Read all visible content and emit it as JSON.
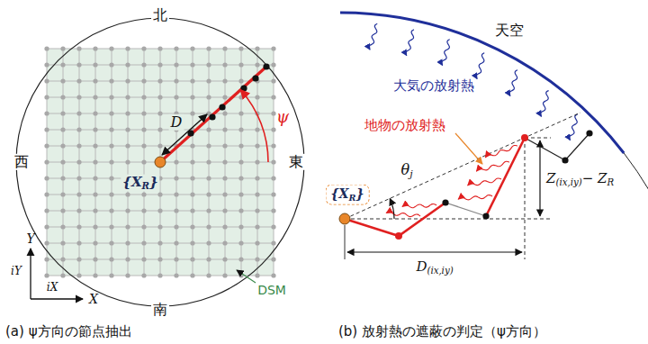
{
  "diagram": {
    "labels": [
      "北",
      "東",
      "南",
      "西",
      "ψ",
      "D",
      "{X",
      "R",
      "}",
      "Y",
      "iY",
      "iX",
      "X",
      "DSM",
      "(a) ψ方向の節点抽出",
      "天空",
      "大気の放射熱",
      "地物の放射熱",
      "θ",
      "j",
      "{X",
      "R",
      "}",
      "Z",
      "(ix,iy)",
      "− Z",
      "R",
      "D",
      "(ix,iy)",
      "(b) 放射熱の遮蔽の判定（ψ方向）"
    ]
  }
}
